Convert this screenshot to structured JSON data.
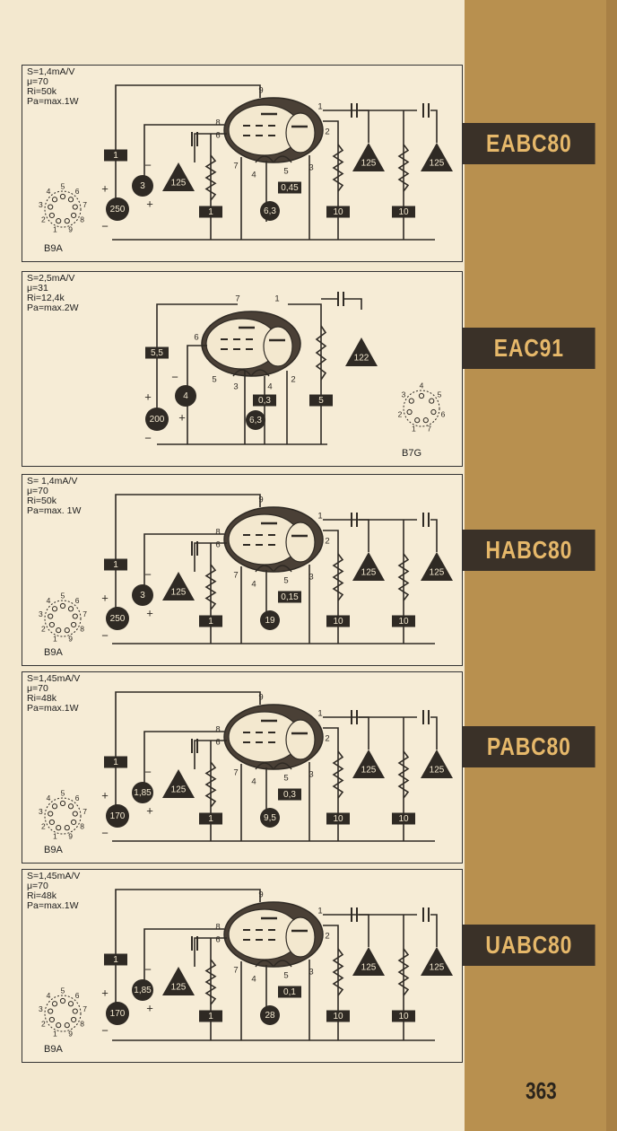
{
  "page_number": "363",
  "tubes": [
    {
      "name": "EABC80",
      "params": [
        "S=1,4mA/V",
        "μ=70",
        "Ri=50k",
        "Pa=max.1W"
      ],
      "base": "B9A",
      "heater_current": "0,45",
      "heater_voltage": "6,3",
      "supply_voltage": "250",
      "grid_bias": "3",
      "anode_label": "1",
      "triode_load": "125",
      "cathode_res": "1",
      "diode_load_1": "10",
      "diode_load_2": "10",
      "diode_out_1": "125",
      "diode_out_2": "125"
    },
    {
      "name": "EAC91",
      "params": [
        "S=2,5mA/V",
        "μ=31",
        "Ri=12,4k",
        "Pa=max.2W"
      ],
      "base": "B7G",
      "heater_current": "0,3",
      "heater_voltage": "6,3",
      "supply_voltage": "200",
      "grid_bias": "4",
      "anode_label": "5,5",
      "diode_res": "5",
      "diode_out": "122"
    },
    {
      "name": "HABC80",
      "params": [
        "S= 1,4mA/V",
        "μ=70",
        "Ri=50k",
        "Pa=max. 1W"
      ],
      "base": "B9A",
      "heater_current": "0,15",
      "heater_voltage": "19",
      "supply_voltage": "250",
      "grid_bias": "3",
      "anode_label": "1",
      "triode_load": "125",
      "cathode_res": "1",
      "diode_load_1": "10",
      "diode_load_2": "10",
      "diode_out_1": "125",
      "diode_out_2": "125"
    },
    {
      "name": "PABC80",
      "params": [
        "S=1,45mA/V",
        "μ=70",
        "Ri=48k",
        "Pa=max.1W"
      ],
      "base": "B9A",
      "heater_current": "0,3",
      "heater_voltage": "9,5",
      "supply_voltage": "170",
      "grid_bias": "1,85",
      "anode_label": "1",
      "triode_load": "125",
      "cathode_res": "1",
      "diode_load_1": "10",
      "diode_load_2": "10",
      "diode_out_1": "125",
      "diode_out_2": "125"
    },
    {
      "name": "UABC80",
      "params": [
        "S=1,45mA/V",
        "μ=70",
        "Ri=48k",
        "Pa=max.1W"
      ],
      "base": "B9A",
      "heater_current": "0,1",
      "heater_voltage": "28",
      "supply_voltage": "170",
      "grid_bias": "1,85",
      "anode_label": "1",
      "triode_load": "125",
      "cathode_res": "1",
      "diode_load_1": "10",
      "diode_load_2": "10",
      "diode_out_1": "125",
      "diode_out_2": "125"
    }
  ],
  "pin_labels_b9a": [
    "1",
    "2",
    "3",
    "4",
    "5",
    "6",
    "7",
    "8",
    "9"
  ],
  "pin_labels_b7g": [
    "1",
    "2",
    "3",
    "4",
    "5",
    "6",
    "7"
  ],
  "colors": {
    "paper": "#f3e8cf",
    "margin": "#b8904f",
    "ink": "#2f2a24",
    "tag_bg": "#3a3128",
    "tag_text": "#e6b86a"
  }
}
